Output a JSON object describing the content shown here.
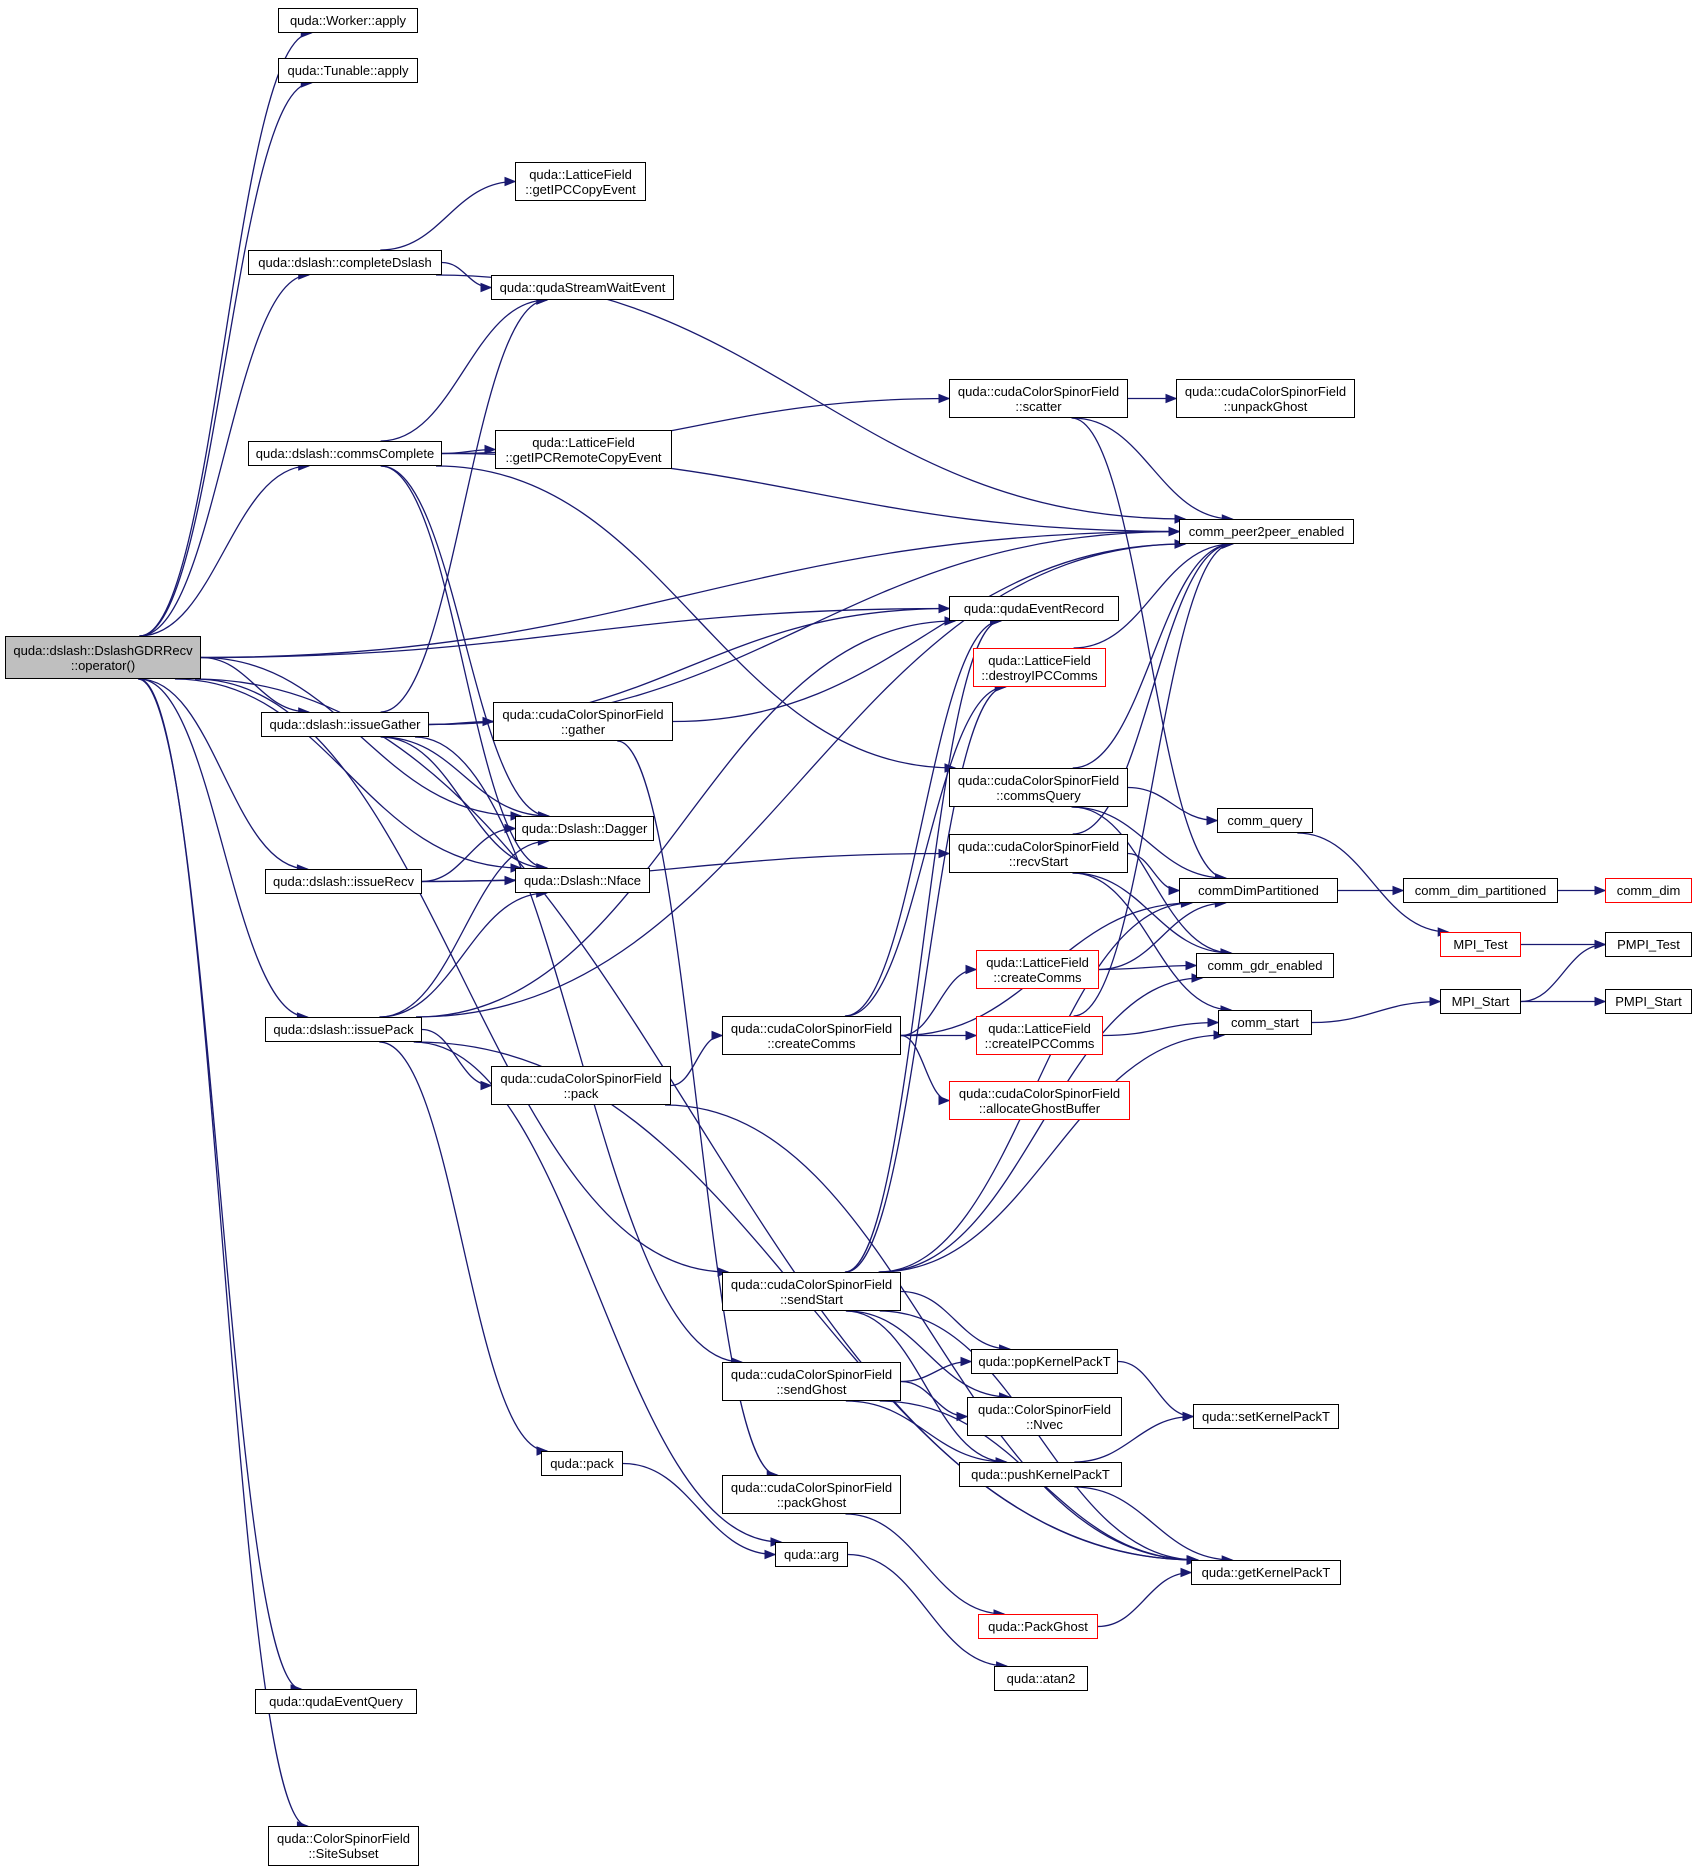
{
  "graph": {
    "edge_color": "#191970",
    "node_border_color": "#000000",
    "truncated_border_color": "#ff0000",
    "root_fill_color": "#bfbfbf",
    "nodes": [
      {
        "id": "n0",
        "lines": [
          "quda::dslash::DslashGDRRecv",
          "::operator()"
        ],
        "root": true
      },
      {
        "id": "n1",
        "lines": [
          "quda::Worker::apply"
        ]
      },
      {
        "id": "n2",
        "lines": [
          "quda::Tunable::apply"
        ]
      },
      {
        "id": "n3",
        "lines": [
          "quda::LatticeField",
          "::getIPCCopyEvent"
        ]
      },
      {
        "id": "n4",
        "lines": [
          "quda::dslash::completeDslash"
        ]
      },
      {
        "id": "n5",
        "lines": [
          "quda::qudaStreamWaitEvent"
        ]
      },
      {
        "id": "n6",
        "lines": [
          "quda::cudaColorSpinorField",
          "::scatter"
        ]
      },
      {
        "id": "n7",
        "lines": [
          "quda::cudaColorSpinorField",
          "::unpackGhost"
        ]
      },
      {
        "id": "n8",
        "lines": [
          "quda::dslash::commsComplete"
        ]
      },
      {
        "id": "n9",
        "lines": [
          "quda::LatticeField",
          "::getIPCRemoteCopyEvent"
        ]
      },
      {
        "id": "n10",
        "lines": [
          "comm_peer2peer_enabled"
        ]
      },
      {
        "id": "n11",
        "lines": [
          "quda::qudaEventRecord"
        ]
      },
      {
        "id": "n12",
        "lines": [
          "quda::LatticeField",
          "::destroyIPCComms"
        ],
        "truncated": true
      },
      {
        "id": "n13",
        "lines": [
          "quda::dslash::issueGather"
        ]
      },
      {
        "id": "n14",
        "lines": [
          "quda::cudaColorSpinorField",
          "::gather"
        ]
      },
      {
        "id": "n15",
        "lines": [
          "quda::cudaColorSpinorField",
          "::commsQuery"
        ]
      },
      {
        "id": "n16",
        "lines": [
          "quda::Dslash::Dagger"
        ]
      },
      {
        "id": "n17",
        "lines": [
          "comm_query"
        ]
      },
      {
        "id": "n18",
        "lines": [
          "quda::cudaColorSpinorField",
          "::recvStart"
        ]
      },
      {
        "id": "n19",
        "lines": [
          "quda::dslash::issueRecv"
        ]
      },
      {
        "id": "n20",
        "lines": [
          "quda::Dslash::Nface"
        ]
      },
      {
        "id": "n21",
        "lines": [
          "commDimPartitioned"
        ]
      },
      {
        "id": "n22",
        "lines": [
          "comm_dim_partitioned"
        ]
      },
      {
        "id": "n23",
        "lines": [
          "comm_dim"
        ],
        "truncated": true
      },
      {
        "id": "n24",
        "lines": [
          "MPI_Test"
        ],
        "truncated": true
      },
      {
        "id": "n25",
        "lines": [
          "PMPI_Test"
        ]
      },
      {
        "id": "n26",
        "lines": [
          "quda::LatticeField",
          "::createComms"
        ],
        "truncated": true
      },
      {
        "id": "n27",
        "lines": [
          "comm_gdr_enabled"
        ]
      },
      {
        "id": "n28",
        "lines": [
          "MPI_Start"
        ]
      },
      {
        "id": "n29",
        "lines": [
          "PMPI_Start"
        ]
      },
      {
        "id": "n30",
        "lines": [
          "quda::dslash::issuePack"
        ]
      },
      {
        "id": "n31",
        "lines": [
          "quda::cudaColorSpinorField",
          "::createComms"
        ]
      },
      {
        "id": "n32",
        "lines": [
          "quda::LatticeField",
          "::createIPCComms"
        ],
        "truncated": true
      },
      {
        "id": "n33",
        "lines": [
          "comm_start"
        ]
      },
      {
        "id": "n34",
        "lines": [
          "quda::cudaColorSpinorField",
          "::pack"
        ]
      },
      {
        "id": "n35",
        "lines": [
          "quda::cudaColorSpinorField",
          "::allocateGhostBuffer"
        ],
        "truncated": true
      },
      {
        "id": "n36",
        "lines": [
          "quda::cudaColorSpinorField",
          "::sendStart"
        ]
      },
      {
        "id": "n37",
        "lines": [
          "quda::popKernelPackT"
        ]
      },
      {
        "id": "n38",
        "lines": [
          "quda::cudaColorSpinorField",
          "::sendGhost"
        ]
      },
      {
        "id": "n39",
        "lines": [
          "quda::ColorSpinorField",
          "::Nvec"
        ]
      },
      {
        "id": "n40",
        "lines": [
          "quda::setKernelPackT"
        ]
      },
      {
        "id": "n41",
        "lines": [
          "quda::pack"
        ]
      },
      {
        "id": "n42",
        "lines": [
          "quda::pushKernelPackT"
        ]
      },
      {
        "id": "n43",
        "lines": [
          "quda::cudaColorSpinorField",
          "::packGhost"
        ]
      },
      {
        "id": "n44",
        "lines": [
          "quda::arg"
        ]
      },
      {
        "id": "n45",
        "lines": [
          "quda::getKernelPackT"
        ]
      },
      {
        "id": "n46",
        "lines": [
          "quda::PackGhost"
        ],
        "truncated": true
      },
      {
        "id": "n47",
        "lines": [
          "quda::atan2"
        ]
      },
      {
        "id": "n48",
        "lines": [
          "quda::qudaEventQuery"
        ]
      },
      {
        "id": "n49",
        "lines": [
          "quda::ColorSpinorField",
          "::SiteSubset"
        ]
      }
    ],
    "edges": [
      [
        "n0",
        "n1"
      ],
      [
        "n0",
        "n2"
      ],
      [
        "n0",
        "n10"
      ],
      [
        "n0",
        "n4"
      ],
      [
        "n0",
        "n8"
      ],
      [
        "n0",
        "n11"
      ],
      [
        "n0",
        "n13"
      ],
      [
        "n0",
        "n16"
      ],
      [
        "n0",
        "n20"
      ],
      [
        "n0",
        "n19"
      ],
      [
        "n0",
        "n30"
      ],
      [
        "n0",
        "n36"
      ],
      [
        "n0",
        "n48"
      ],
      [
        "n0",
        "n45"
      ],
      [
        "n0",
        "n49"
      ],
      [
        "n4",
        "n3"
      ],
      [
        "n4",
        "n5"
      ],
      [
        "n4",
        "n10"
      ],
      [
        "n8",
        "n5"
      ],
      [
        "n8",
        "n6"
      ],
      [
        "n8",
        "n9"
      ],
      [
        "n8",
        "n10"
      ],
      [
        "n8",
        "n15"
      ],
      [
        "n8",
        "n16"
      ],
      [
        "n8",
        "n20"
      ],
      [
        "n13",
        "n5"
      ],
      [
        "n13",
        "n11"
      ],
      [
        "n13",
        "n10"
      ],
      [
        "n13",
        "n14"
      ],
      [
        "n13",
        "n16"
      ],
      [
        "n13",
        "n20"
      ],
      [
        "n13",
        "n38"
      ],
      [
        "n14",
        "n10"
      ],
      [
        "n14",
        "n43"
      ],
      [
        "n19",
        "n16"
      ],
      [
        "n19",
        "n20"
      ],
      [
        "n19",
        "n18"
      ],
      [
        "n30",
        "n10"
      ],
      [
        "n30",
        "n11"
      ],
      [
        "n30",
        "n16"
      ],
      [
        "n30",
        "n20"
      ],
      [
        "n30",
        "n34"
      ],
      [
        "n30",
        "n41"
      ],
      [
        "n30",
        "n44"
      ],
      [
        "n30",
        "n45"
      ],
      [
        "n34",
        "n31"
      ],
      [
        "n34",
        "n45"
      ],
      [
        "n31",
        "n11"
      ],
      [
        "n31",
        "n12"
      ],
      [
        "n31",
        "n26"
      ],
      [
        "n31",
        "n32"
      ],
      [
        "n31",
        "n35"
      ],
      [
        "n31",
        "n21"
      ],
      [
        "n6",
        "n7"
      ],
      [
        "n6",
        "n10"
      ],
      [
        "n6",
        "n21"
      ],
      [
        "n15",
        "n10"
      ],
      [
        "n15",
        "n17"
      ],
      [
        "n15",
        "n21"
      ],
      [
        "n15",
        "n27"
      ],
      [
        "n18",
        "n10"
      ],
      [
        "n18",
        "n21"
      ],
      [
        "n18",
        "n27"
      ],
      [
        "n18",
        "n33"
      ],
      [
        "n12",
        "n10"
      ],
      [
        "n26",
        "n21"
      ],
      [
        "n26",
        "n27"
      ],
      [
        "n32",
        "n10"
      ],
      [
        "n32",
        "n33"
      ],
      [
        "n17",
        "n24"
      ],
      [
        "n21",
        "n22"
      ],
      [
        "n22",
        "n23"
      ],
      [
        "n24",
        "n25"
      ],
      [
        "n33",
        "n28"
      ],
      [
        "n28",
        "n25"
      ],
      [
        "n28",
        "n29"
      ],
      [
        "n36",
        "n11"
      ],
      [
        "n36",
        "n12"
      ],
      [
        "n36",
        "n21"
      ],
      [
        "n36",
        "n27"
      ],
      [
        "n36",
        "n33"
      ],
      [
        "n36",
        "n37"
      ],
      [
        "n36",
        "n39"
      ],
      [
        "n36",
        "n42"
      ],
      [
        "n36",
        "n45"
      ],
      [
        "n38",
        "n37"
      ],
      [
        "n38",
        "n39"
      ],
      [
        "n38",
        "n42"
      ],
      [
        "n38",
        "n45"
      ],
      [
        "n37",
        "n40"
      ],
      [
        "n42",
        "n40"
      ],
      [
        "n42",
        "n45"
      ],
      [
        "n43",
        "n46"
      ],
      [
        "n46",
        "n45"
      ],
      [
        "n41",
        "n44"
      ],
      [
        "n44",
        "n47"
      ]
    ]
  }
}
